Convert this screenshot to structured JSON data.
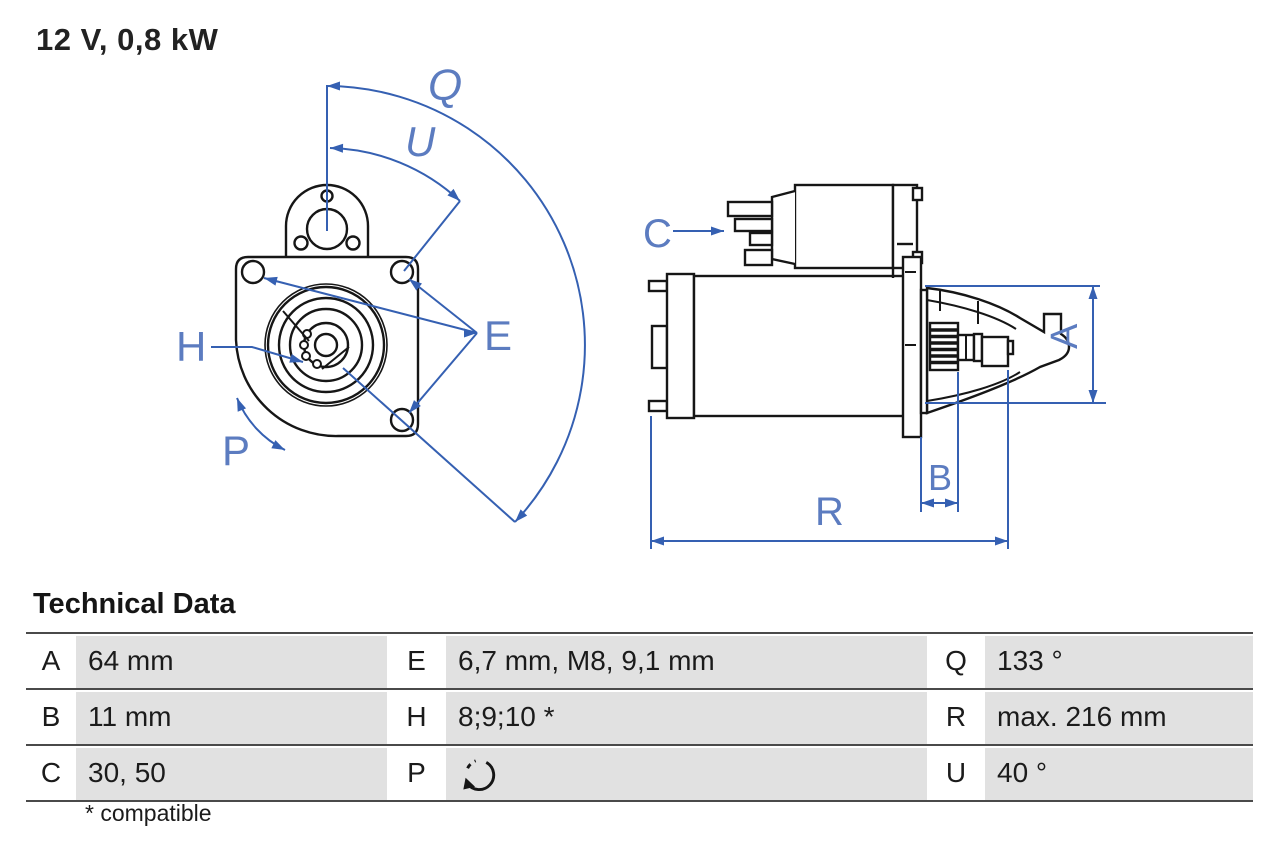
{
  "title": "12 V, 0,8 kW",
  "section": {
    "heading": "Technical Data",
    "footnote": "* compatible"
  },
  "colors": {
    "accent_blue": "#3560b2",
    "label_blue": "#5c7cc0",
    "line_black": "#161616",
    "cell_gray": "#e1e1e1",
    "rule_gray": "#4a4a4a"
  },
  "diagram": {
    "labels": {
      "q": "Q",
      "u": "U",
      "e": "E",
      "h": "H",
      "p": "P",
      "c": "C",
      "a": "A",
      "b": "B",
      "r": "R"
    },
    "icons": [
      "rotation-range-arc",
      "front-view-starter",
      "side-view-starter"
    ]
  },
  "table": {
    "rows": [
      {
        "cells": [
          {
            "key": "A",
            "value": "64 mm"
          },
          {
            "key": "E",
            "value": "6,7 mm, M8, 9,1 mm"
          },
          {
            "key": "Q",
            "value": "133 °"
          }
        ]
      },
      {
        "cells": [
          {
            "key": "B",
            "value": "11 mm"
          },
          {
            "key": "H",
            "value": "8;9;10 *"
          },
          {
            "key": "R",
            "value": "max. 216 mm"
          }
        ]
      },
      {
        "cells": [
          {
            "key": "C",
            "value": "30, 50"
          },
          {
            "key": "P",
            "value": "",
            "icon": "rotation-direction-icon"
          },
          {
            "key": "U",
            "value": "40 °"
          }
        ]
      }
    ]
  }
}
